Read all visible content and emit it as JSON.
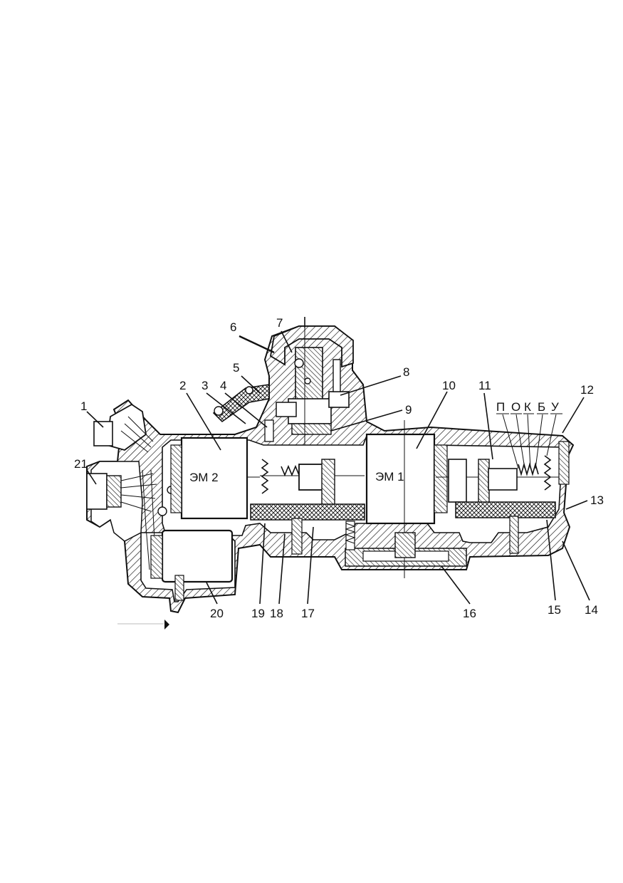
{
  "labels": {
    "l1": "1",
    "l2": "2",
    "l3": "3",
    "l4": "4",
    "l5": "5",
    "l6": "6",
    "l7": "7",
    "l8": "8",
    "l9": "9",
    "l10": "10",
    "l11": "11",
    "l12": "12",
    "l13": "13",
    "l14": "14",
    "l15": "15",
    "l16": "16",
    "l17": "17",
    "l18": "18",
    "l19": "19",
    "l20": "20",
    "l21": "21"
  },
  "letters": {
    "p": "П",
    "o": "О",
    "k": "К",
    "b": "Б",
    "u": "У"
  },
  "magnets": {
    "em1": "ЭМ 1",
    "em2": "ЭМ 2"
  }
}
